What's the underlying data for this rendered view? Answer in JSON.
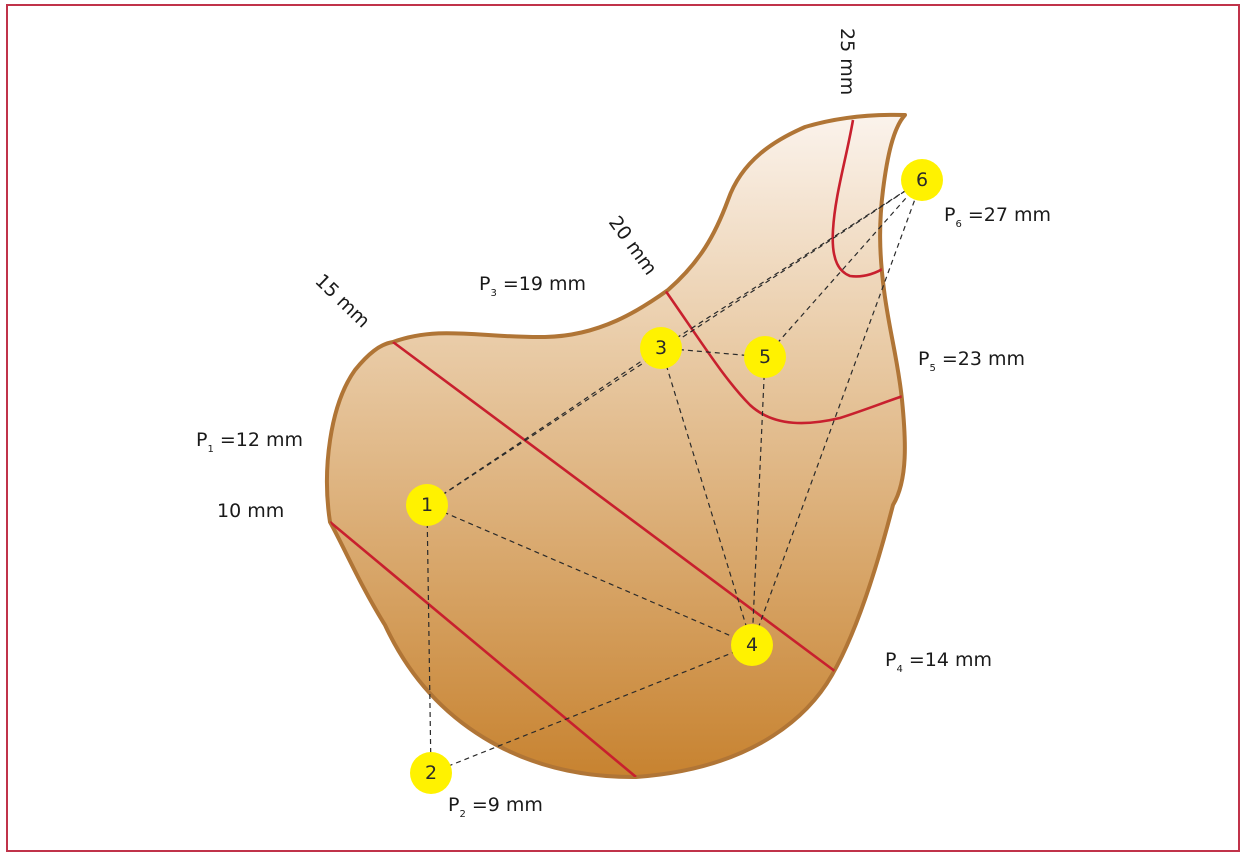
{
  "contour_labels": [
    "10 mm",
    "15 mm",
    "20 mm",
    "25 mm"
  ],
  "points": [
    {
      "num": "1",
      "label": "P",
      "sub": "1",
      "value": "=12 mm"
    },
    {
      "num": "2",
      "label": "P",
      "sub": "2",
      "value": "=9 mm"
    },
    {
      "num": "3",
      "label": "P",
      "sub": "3",
      "value": "=19 mm"
    },
    {
      "num": "4",
      "label": "P",
      "sub": "4",
      "value": "=14 mm"
    },
    {
      "num": "5",
      "label": "P",
      "sub": "5",
      "value": "=23 mm"
    },
    {
      "num": "6",
      "label": "P",
      "sub": "6",
      "value": "=27 mm"
    }
  ],
  "colors": {
    "frame": "#c0334a",
    "outline": "#b07536",
    "contour": "#c8202e",
    "fill_top": "#fbf3ec",
    "fill_bottom": "#c7822f",
    "marker": "#fff200"
  }
}
